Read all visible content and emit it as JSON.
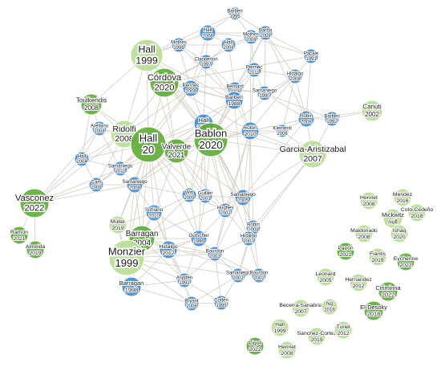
{
  "colors": {
    "blue_node": "#3a8ad6",
    "green_node": "#5aa832",
    "light_green_node": "#b7de96",
    "edge": "#d4cbc0",
    "label_halo": "#ffffff"
  },
  "nodes": [
    {
      "id": "barberi1995",
      "name": "Barberi",
      "year": "1995",
      "color": "blue"
    },
    {
      "id": "hall2008a",
      "name": "Hall",
      "year": "2008",
      "color": "blue"
    },
    {
      "id": "barba2008",
      "name": "Barba",
      "year": "2008",
      "color": "blue"
    },
    {
      "id": "mothes1998",
      "name": "Mothes",
      "year": "1998",
      "color": "blue"
    },
    {
      "id": "hall2008b",
      "name": "Hall",
      "year": "2008",
      "color": "blue"
    },
    {
      "id": "mothes2008",
      "name": "Mothes",
      "year": "2008",
      "color": "blue"
    },
    {
      "id": "hall1999a",
      "name": "Hall",
      "year": "1999",
      "color": "lightgreen"
    },
    {
      "id": "clapperton1997",
      "name": "Clapperton",
      "year": "1997",
      "color": "blue"
    },
    {
      "id": "pennec2011",
      "name": "Pennec",
      "year": "2011",
      "color": "blue"
    },
    {
      "id": "hidalgo2008a",
      "name": "Hidalgo",
      "year": "2008",
      "color": "blue"
    },
    {
      "id": "pacale1991",
      "name": "Pacale",
      "year": "1991",
      "color": "blue"
    },
    {
      "id": "cordova2020",
      "name": "Córdova",
      "year": "2020",
      "color": "green"
    },
    {
      "id": "pennec2008",
      "name": "Pennec",
      "year": "2008",
      "color": "blue"
    },
    {
      "id": "bernard2008",
      "name": "Bernard",
      "year": "2008",
      "color": "blue"
    },
    {
      "id": "samaniego1990",
      "name": "Samaniego",
      "year": "1990",
      "color": "blue"
    },
    {
      "id": "toulkeridis2008",
      "name": "Toulkeridis",
      "year": "2008",
      "color": "green"
    },
    {
      "id": "barberi1988",
      "name": "Barberi",
      "year": "1988",
      "color": "blue"
    },
    {
      "id": "arellano2008",
      "name": "Arellano",
      "year": "2008",
      "color": "blue"
    },
    {
      "id": "hall2008c",
      "name": "Hall",
      "year": "2008",
      "color": "blue"
    },
    {
      "id": "robin2010",
      "name": "Robin",
      "year": "2010",
      "color": "blue"
    },
    {
      "id": "klementi2008",
      "name": "Klementi",
      "year": "2008",
      "color": "blue"
    },
    {
      "id": "robin2008",
      "name": "Robin",
      "year": "2008",
      "color": "blue"
    },
    {
      "id": "barberi1992",
      "name": "Barberi",
      "year": "1992",
      "color": "blue"
    },
    {
      "id": "canuti2002",
      "name": "Canuti",
      "year": "2002",
      "color": "lightgreen"
    },
    {
      "id": "ridolfi2008",
      "name": "Ridolfi",
      "year": "2008",
      "color": "lightgreen"
    },
    {
      "id": "hall20",
      "name": "Hall",
      "year": "20",
      "color": "green"
    },
    {
      "id": "valverde2021",
      "name": "Valverde",
      "year": "2021",
      "color": "green"
    },
    {
      "id": "bablon2020",
      "name": "Bablon",
      "year": "2020",
      "color": "green"
    },
    {
      "id": "hall2004",
      "name": "Hall",
      "year": "2004",
      "color": "blue"
    },
    {
      "id": "samaniego2011",
      "name": "Samaniego",
      "year": "2011",
      "color": "blue"
    },
    {
      "id": "garcia2007",
      "name": "Garcia-Aristizabal",
      "year": "2007",
      "color": "lightgreen"
    },
    {
      "id": "cam2008",
      "name": "Cam",
      "year": "2008",
      "color": "blue"
    },
    {
      "id": "samaniego2008",
      "name": "Samaniego",
      "year": "2008",
      "color": "blue"
    },
    {
      "id": "vasconez2022",
      "name": "Vasconez",
      "year": "2022",
      "color": "green"
    },
    {
      "id": "witt2009",
      "name": "Witt",
      "year": "2009",
      "color": "blue"
    },
    {
      "id": "guillier2001",
      "name": "Guillier",
      "year": "2001",
      "color": "blue"
    },
    {
      "id": "samaniego2005",
      "name": "Samaniego",
      "year": "2005",
      "color": "blue"
    },
    {
      "id": "hughes2002",
      "name": "Hughes",
      "year": "2002",
      "color": "blue"
    },
    {
      "id": "mendez2016",
      "name": "Méndez",
      "year": "2016",
      "color": "lightgreen"
    },
    {
      "id": "schiano2010",
      "name": "Schiano",
      "year": "2010",
      "color": "blue"
    },
    {
      "id": "henriet2008",
      "name": "Henriet",
      "year": "2008",
      "color": "lightgreen"
    },
    {
      "id": "mickwitz",
      "name": "Mickwitz",
      "year": "null",
      "color": "lightgreen"
    },
    {
      "id": "cotocedeno2018",
      "name": "Coto-Cedeño",
      "year": "2018",
      "color": "lightgreen"
    },
    {
      "id": "ramon2021",
      "name": "Ramón",
      "year": "2021",
      "color": "green"
    },
    {
      "id": "muller2019",
      "name": "Müller",
      "year": "2019",
      "color": "lightgreen"
    },
    {
      "id": "robin2009",
      "name": "Robin",
      "year": "2009",
      "color": "blue"
    },
    {
      "id": "almeida2019",
      "name": "Almeida",
      "year": "2019",
      "color": "green"
    },
    {
      "id": "barragan2004",
      "name": "Barragan",
      "year": "2004",
      "color": "green"
    },
    {
      "id": "gutscher1999",
      "name": "Gutscher",
      "year": "1999",
      "color": "blue"
    },
    {
      "id": "hidalgo2007",
      "name": "Hidalgo",
      "year": "2007",
      "color": "blue"
    },
    {
      "id": "maldonado2008",
      "name": "Maldonado",
      "year": "2008",
      "color": "lightgreen"
    },
    {
      "id": "ishaq2020",
      "name": "Ishaq",
      "year": "2020",
      "color": "lightgreen"
    },
    {
      "id": "monzier1999",
      "name": "Monzier",
      "year": "1999",
      "color": "lightgreen"
    },
    {
      "id": "hidalgo2012",
      "name": "Hidalgo",
      "year": "2012",
      "color": "blue"
    },
    {
      "id": "bourdon2003",
      "name": "Bourdon",
      "year": "2003",
      "color": "blue"
    },
    {
      "id": "pavon2021",
      "name": "Pavón",
      "year": "2021",
      "color": "green"
    },
    {
      "id": "fiantis2019",
      "name": "Fiantis",
      "year": "2019",
      "color": "lightgreen"
    },
    {
      "id": "eychenne2022",
      "name": "Eychenne",
      "year": "2022",
      "color": "green"
    },
    {
      "id": "samaniego2002",
      "name": "Samaniego",
      "year": "2002",
      "color": "blue"
    },
    {
      "id": "bourdon2002",
      "name": "Bourdon",
      "year": "2002",
      "color": "blue"
    },
    {
      "id": "leonard2005",
      "name": "Leonard",
      "year": "2005",
      "color": "lightgreen"
    },
    {
      "id": "aspden1992",
      "name": "Aspden",
      "year": "1992",
      "color": "blue"
    },
    {
      "id": "hernandez2012",
      "name": "Hernández",
      "year": "2012",
      "color": "lightgreen"
    },
    {
      "id": "barragan1998",
      "name": "Barragan",
      "year": "1998",
      "color": "blue"
    },
    {
      "id": "bryant2006",
      "name": "Bryant",
      "year": "2006",
      "color": "blue"
    },
    {
      "id": "cotten1995",
      "name": "Cotten",
      "year": "1995",
      "color": "blue"
    },
    {
      "id": "ciriminna2022",
      "name": "Ciriminna",
      "year": "2022",
      "color": "green"
    },
    {
      "id": "becerra2007",
      "name": "Becerra-Sanabria",
      "year": "2007",
      "color": "lightgreen"
    },
    {
      "id": "ng2016",
      "name": "Ng",
      "year": "2016",
      "color": "lightgreen"
    },
    {
      "id": "eldesoky2018",
      "name": "El-Desoky",
      "year": "2018",
      "color": "green"
    },
    {
      "id": "hall1999b",
      "name": "Hall",
      "year": "1999",
      "color": "lightgreen"
    },
    {
      "id": "sanchez2019",
      "name": "Sánchez-Cortez",
      "year": "2019",
      "color": "lightgreen"
    },
    {
      "id": "turiel2012",
      "name": "Turiel",
      "year": "2012",
      "color": "lightgreen"
    },
    {
      "id": "ligot2022",
      "name": "Ligot",
      "year": "2022",
      "color": "green"
    },
    {
      "id": "henriet2008b",
      "name": "Henriet",
      "year": "2008",
      "color": "lightgreen"
    }
  ]
}
